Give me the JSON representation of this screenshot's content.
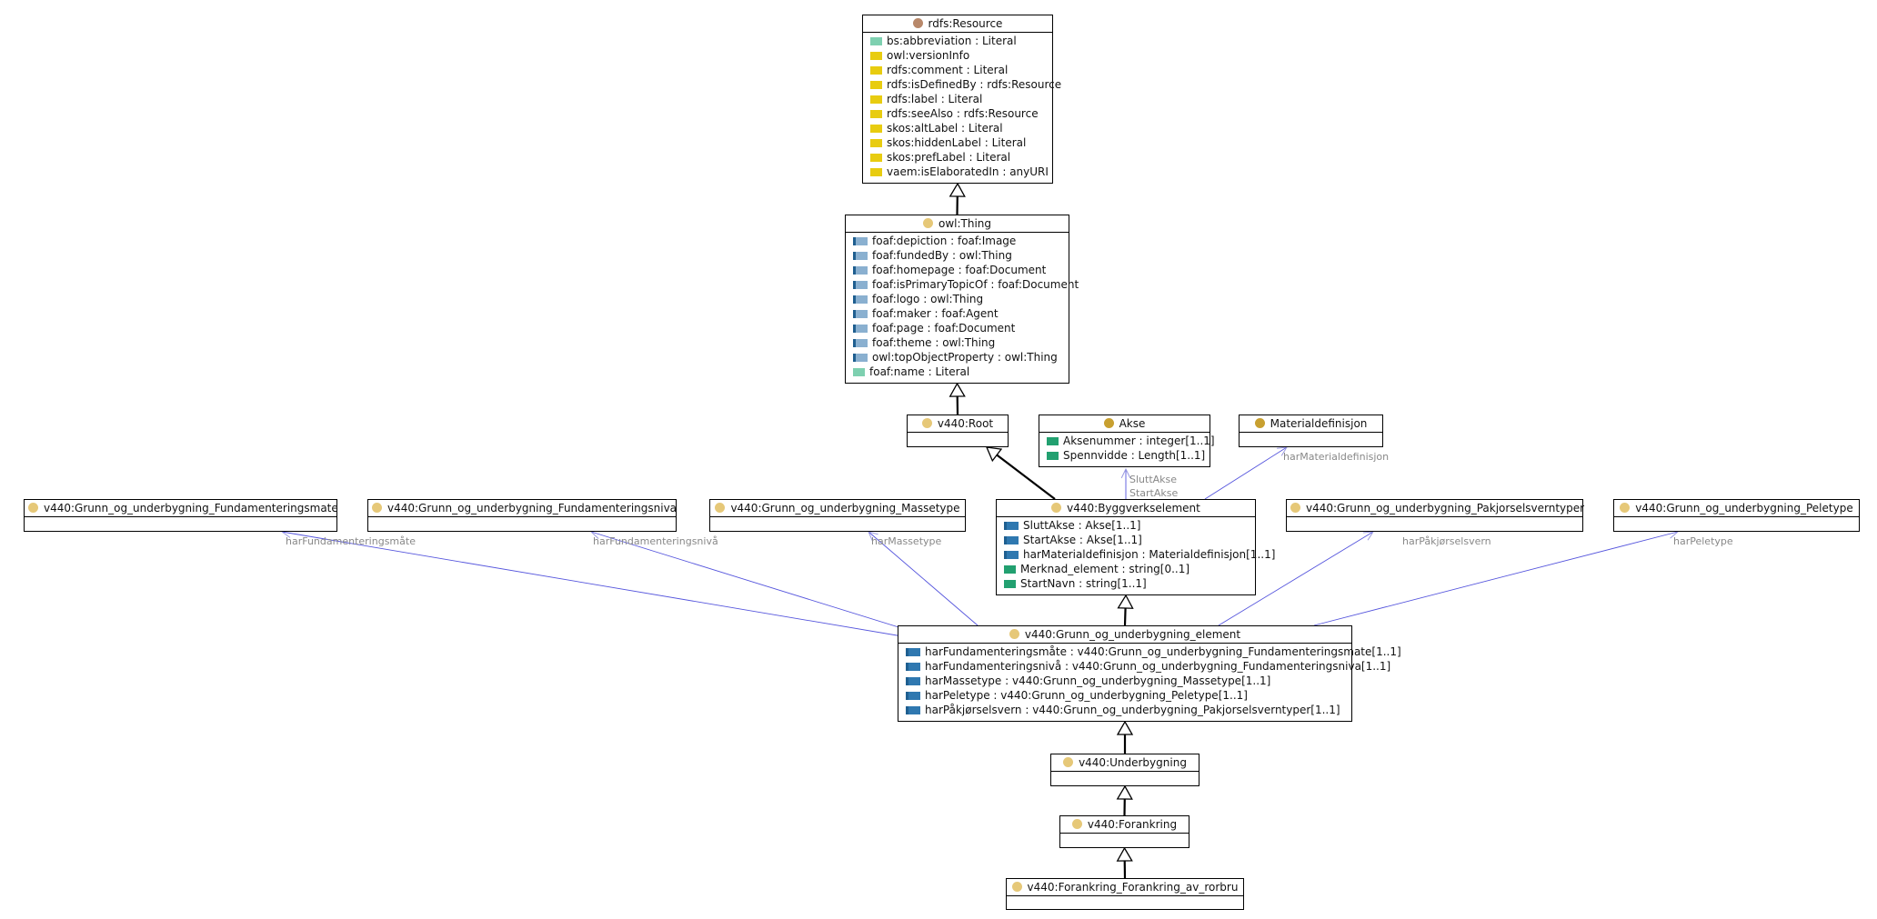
{
  "colors": {
    "class_dot": "#e6c878",
    "resource_dot": "#b8886a",
    "class_dot_dark": "#c8a030",
    "annotation_prop": "#e8cc10",
    "object_prop": "#8ab0d0",
    "object_prop_dark": "#2f78b0",
    "datatype_prop": "#7ed0b0",
    "datatype_prop_dark": "#22a070",
    "association_edge": "#5555dd"
  },
  "classes": [
    {
      "id": "rdfs_resource",
      "name": "rdfs:Resource",
      "dot": "resource_dot",
      "attributes": [
        {
          "text": "bs:abbreviation : Literal",
          "kind": "datatype_prop"
        },
        {
          "text": "owl:versionInfo",
          "kind": "annotation_prop"
        },
        {
          "text": "rdfs:comment : Literal",
          "kind": "annotation_prop"
        },
        {
          "text": "rdfs:isDefinedBy : rdfs:Resource",
          "kind": "annotation_prop"
        },
        {
          "text": "rdfs:label : Literal",
          "kind": "annotation_prop"
        },
        {
          "text": "rdfs:seeAlso : rdfs:Resource",
          "kind": "annotation_prop"
        },
        {
          "text": "skos:altLabel : Literal",
          "kind": "annotation_prop"
        },
        {
          "text": "skos:hiddenLabel : Literal",
          "kind": "annotation_prop"
        },
        {
          "text": "skos:prefLabel : Literal",
          "kind": "annotation_prop"
        },
        {
          "text": "vaem:isElaboratedIn : anyURI",
          "kind": "annotation_prop"
        }
      ]
    },
    {
      "id": "owl_thing",
      "name": "owl:Thing",
      "dot": "class_dot",
      "attributes": [
        {
          "text": "foaf:depiction : foaf:Image",
          "kind": "object_prop"
        },
        {
          "text": "foaf:fundedBy : owl:Thing",
          "kind": "object_prop"
        },
        {
          "text": "foaf:homepage : foaf:Document",
          "kind": "object_prop"
        },
        {
          "text": "foaf:isPrimaryTopicOf : foaf:Document",
          "kind": "object_prop"
        },
        {
          "text": "foaf:logo : owl:Thing",
          "kind": "object_prop"
        },
        {
          "text": "foaf:maker : foaf:Agent",
          "kind": "object_prop"
        },
        {
          "text": "foaf:page : foaf:Document",
          "kind": "object_prop"
        },
        {
          "text": "foaf:theme : owl:Thing",
          "kind": "object_prop"
        },
        {
          "text": "owl:topObjectProperty : owl:Thing",
          "kind": "object_prop"
        },
        {
          "text": "foaf:name : Literal",
          "kind": "datatype_prop"
        }
      ]
    },
    {
      "id": "root",
      "name": "v440:Root",
      "dot": "class_dot",
      "attributes": []
    },
    {
      "id": "akse",
      "name": "Akse",
      "dot": "class_dot_dark",
      "attributes": [
        {
          "text": "Aksenummer : integer[1..1]",
          "kind": "datatype_prop_dark"
        },
        {
          "text": "Spennvidde : Length[1..1]",
          "kind": "datatype_prop_dark"
        }
      ]
    },
    {
      "id": "materialdefinisjon",
      "name": "Materialdefinisjon",
      "dot": "class_dot_dark",
      "attributes": []
    },
    {
      "id": "fundamenteringsmate",
      "name": "v440:Grunn_og_underbygning_Fundamenteringsmate",
      "dot": "class_dot",
      "attributes": []
    },
    {
      "id": "fundamenteringsniva",
      "name": "v440:Grunn_og_underbygning_Fundamenteringsniva",
      "dot": "class_dot",
      "attributes": []
    },
    {
      "id": "massetype",
      "name": "v440:Grunn_og_underbygning_Massetype",
      "dot": "class_dot",
      "attributes": []
    },
    {
      "id": "byggverkselement",
      "name": "v440:Byggverkselement",
      "dot": "class_dot",
      "attributes": [
        {
          "text": "SluttAkse : Akse[1..1]",
          "kind": "object_prop_dark"
        },
        {
          "text": "StartAkse : Akse[1..1]",
          "kind": "object_prop_dark"
        },
        {
          "text": "harMaterialdefinisjon : Materialdefinisjon[1..1]",
          "kind": "object_prop_dark"
        },
        {
          "text": "Merknad_element : string[0..1]",
          "kind": "datatype_prop_dark"
        },
        {
          "text": "StartNavn : string[1..1]",
          "kind": "datatype_prop_dark"
        }
      ]
    },
    {
      "id": "pakjorselsverntyper",
      "name": "v440:Grunn_og_underbygning_Pakjorselsverntyper",
      "dot": "class_dot",
      "attributes": []
    },
    {
      "id": "peletype",
      "name": "v440:Grunn_og_underbygning_Peletype",
      "dot": "class_dot",
      "attributes": []
    },
    {
      "id": "gu_element",
      "name": "v440:Grunn_og_underbygning_element",
      "dot": "class_dot",
      "attributes": [
        {
          "text": "harFundamenteringsmåte : v440:Grunn_og_underbygning_Fundamenteringsmate[1..1]",
          "kind": "object_prop_dark"
        },
        {
          "text": "harFundamenteringsnivå : v440:Grunn_og_underbygning_Fundamenteringsniva[1..1]",
          "kind": "object_prop_dark"
        },
        {
          "text": "harMassetype : v440:Grunn_og_underbygning_Massetype[1..1]",
          "kind": "object_prop_dark"
        },
        {
          "text": "harPeletype : v440:Grunn_og_underbygning_Peletype[1..1]",
          "kind": "object_prop_dark"
        },
        {
          "text": "harPåkjørselsvern : v440:Grunn_og_underbygning_Pakjorselsverntyper[1..1]",
          "kind": "object_prop_dark"
        }
      ]
    },
    {
      "id": "underbygning",
      "name": "v440:Underbygning",
      "dot": "class_dot",
      "attributes": []
    },
    {
      "id": "forankring",
      "name": "v440:Forankring",
      "dot": "class_dot",
      "attributes": []
    },
    {
      "id": "forankring_rorbru",
      "name": "v440:Forankring_Forankring_av_rorbru",
      "dot": "class_dot",
      "attributes": []
    }
  ],
  "generalizations": [
    {
      "from": "owl_thing",
      "to": "rdfs_resource"
    },
    {
      "from": "root",
      "to": "owl_thing"
    },
    {
      "from": "byggverkselement",
      "to": "root"
    },
    {
      "from": "gu_element",
      "to": "byggverkselement"
    },
    {
      "from": "underbygning",
      "to": "gu_element"
    },
    {
      "from": "forankring",
      "to": "underbygning"
    },
    {
      "from": "forankring_rorbru",
      "to": "forankring"
    }
  ],
  "associations": [
    {
      "from": "gu_element",
      "to": "fundamenteringsmate",
      "label": "harFundamenteringsmåte"
    },
    {
      "from": "gu_element",
      "to": "fundamenteringsniva",
      "label": "harFundamenteringsnivå"
    },
    {
      "from": "gu_element",
      "to": "massetype",
      "label": "harMassetype"
    },
    {
      "from": "gu_element",
      "to": "pakjorselsverntyper",
      "label": "harPåkjørselsvern"
    },
    {
      "from": "gu_element",
      "to": "peletype",
      "label": "harPeletype"
    },
    {
      "from": "byggverkselement",
      "to": "akse",
      "label": "SluttAkse",
      "label2": "StartAkse"
    },
    {
      "from": "byggverkselement",
      "to": "materialdefinisjon",
      "label": "harMaterialdefinisjon"
    }
  ]
}
